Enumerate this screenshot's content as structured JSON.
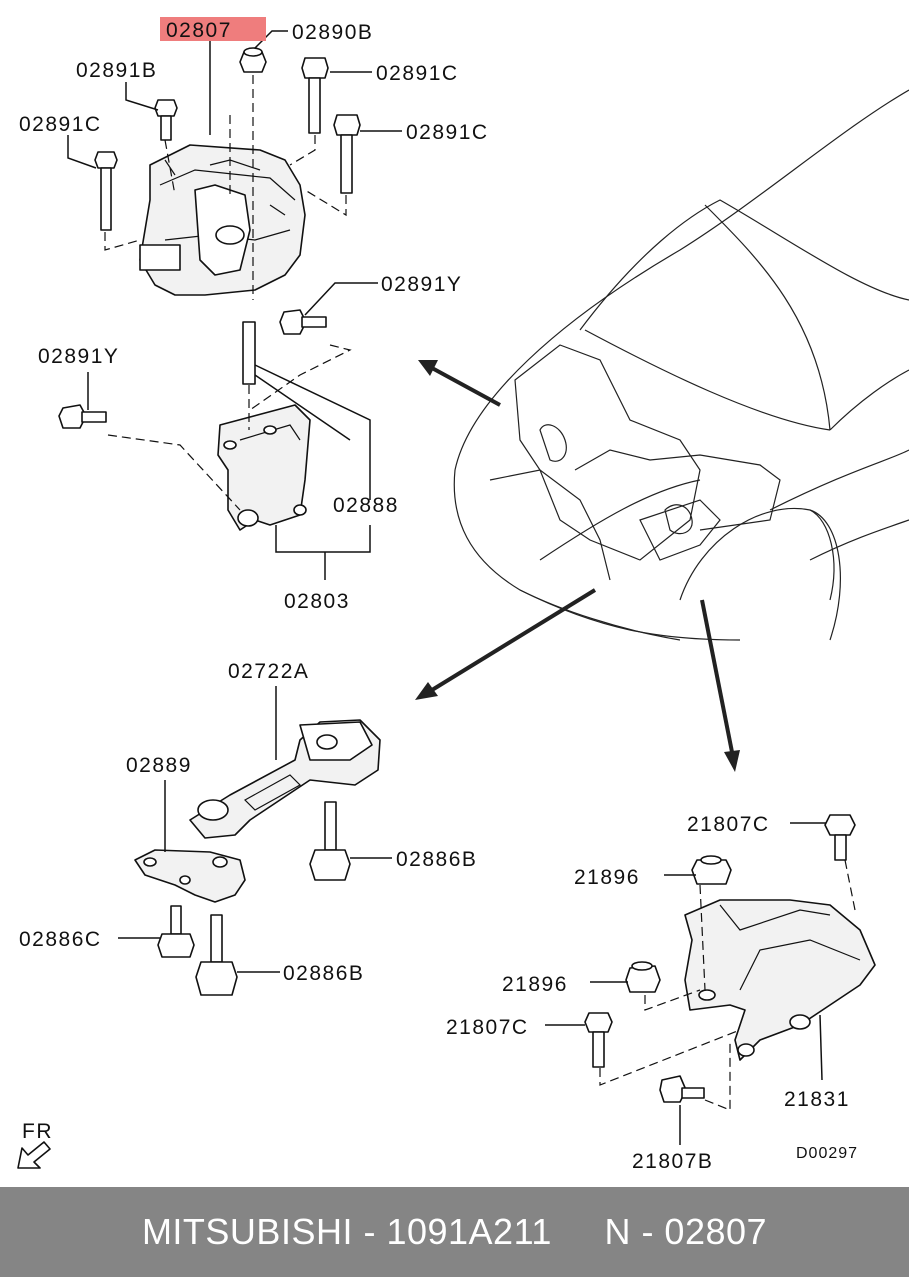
{
  "diagram": {
    "code": "D00297",
    "fr_label": "FR",
    "highlight_color": "#ef7d7d",
    "top_mount": {
      "highlighted": "02807",
      "nut": "02890B",
      "bolt_b": "02891B",
      "bolt_c_right_upper": "02891C",
      "bolt_c_left": "02891C",
      "bolt_c_right_lower": "02891C"
    },
    "bracket": {
      "bolt_y_right": "02891Y",
      "bolt_y_left": "02891Y",
      "stud": "02888",
      "assembly": "02803"
    },
    "rod": {
      "rod": "02722A",
      "bracket": "02889",
      "bolt_b_upper": "02886B",
      "bolt_c": "02886C",
      "bolt_b_lower": "02886B"
    },
    "transmission_mount": {
      "bolt_c_top": "21807C",
      "nut_upper": "21896",
      "nut_lower": "21896",
      "bolt_c_left": "21807C",
      "mount": "21831",
      "bolt_b": "21807B"
    }
  },
  "footer": {
    "text": "MITSUBISHI - 1091A211     N - 02807"
  }
}
